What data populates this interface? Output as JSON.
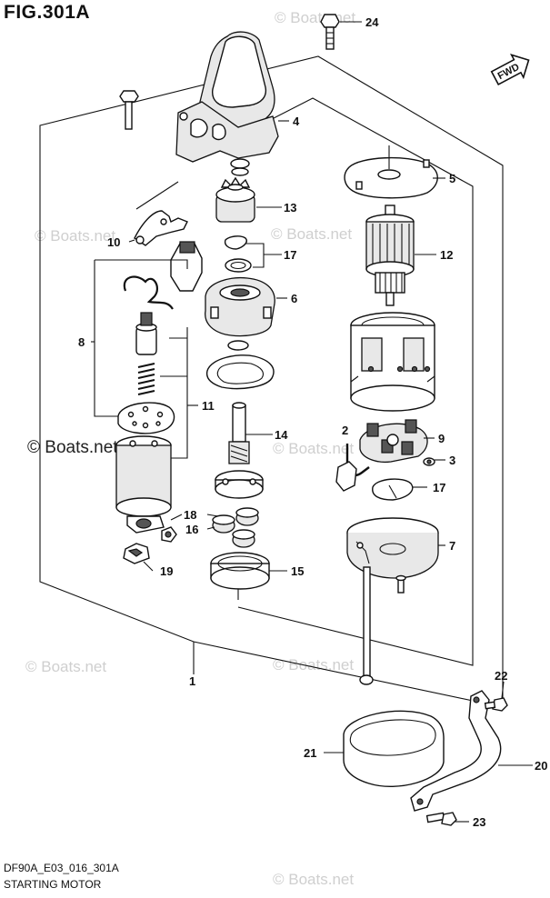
{
  "figure": {
    "title": "FIG.301A"
  },
  "direction_label": "FWD",
  "watermarks": [
    "© Boats.net",
    "© Boats.net",
    "© Boats.net",
    "© Boats.net",
    "© Boats.net",
    "© Boats.net",
    "© Boats.net"
  ],
  "watermark_strong": "© Boats.net",
  "callouts": [
    "24",
    "4",
    "5",
    "13",
    "10",
    "12",
    "17",
    "6",
    "8",
    "11",
    "14",
    "2",
    "9",
    "3",
    "17",
    "18",
    "16",
    "7",
    "19",
    "15",
    "1",
    "22",
    "21",
    "20",
    "23"
  ],
  "footer": {
    "code": "DF90A_E03_016_301A",
    "title": "STARTING MOTOR"
  }
}
